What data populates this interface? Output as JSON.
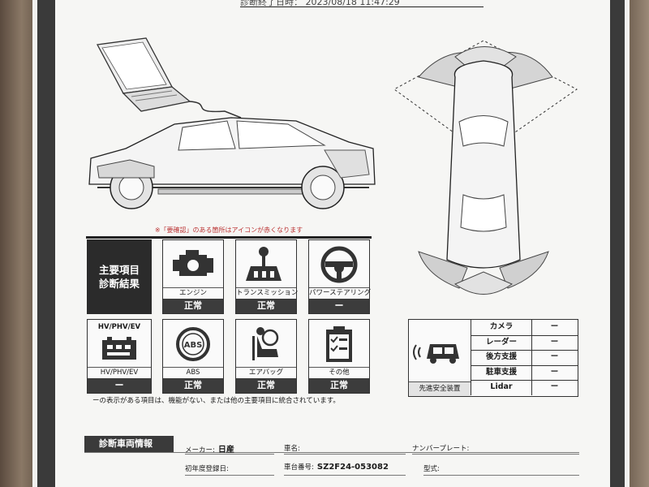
{
  "header": {
    "diagnosis_end": "診断終了日時： 2023/08/18 11:47:29"
  },
  "legend_note": "※「要確認」のある箇所はアイコンが赤くなります",
  "main_section": {
    "title": "主要項目\n診断結果"
  },
  "items": [
    {
      "id": "engine",
      "label": "エンジン",
      "result": "正常",
      "icon": "engine-icon"
    },
    {
      "id": "transmission",
      "label": "トランスミッション",
      "result": "正常",
      "icon": "gear-shift-icon"
    },
    {
      "id": "power_steering",
      "label": "パワーステアリング",
      "result": "ー",
      "icon": "steering-wheel-icon"
    },
    {
      "id": "hv",
      "label": "HV/PHV/EV",
      "top": "HV/PHV/EV",
      "result": "ー",
      "icon": "battery-icon"
    },
    {
      "id": "abs",
      "label": "ABS",
      "result": "正常",
      "icon": "abs-icon",
      "abs_text": "ABS"
    },
    {
      "id": "airbag",
      "label": "エアバッグ",
      "result": "正常",
      "icon": "airbag-icon"
    },
    {
      "id": "other",
      "label": "その他",
      "result": "正常",
      "icon": "clipboard-icon"
    }
  ],
  "footnote": "ーの表示がある項目は、機能がない、または他の主要項目に統合されています。",
  "adas": {
    "caption": "先進安全装置",
    "rows": [
      {
        "name": "カメラ",
        "value": "ー"
      },
      {
        "name": "レーダー",
        "value": "ー"
      },
      {
        "name": "後方支援",
        "value": "ー"
      },
      {
        "name": "駐車支援",
        "value": "ー"
      },
      {
        "name": "Lidar",
        "value": "ー"
      }
    ]
  },
  "vehicle_info": {
    "title": "診断車両情報",
    "maker_label": "メーカー:",
    "maker_value": "日産",
    "car_name_label": "車名:",
    "plate_label": "ナンバープレート:",
    "first_reg_label": "初年度登録日:",
    "chassis_label": "車台番号:",
    "chassis_value": "SZ2F24-053082",
    "model_label": "型式:"
  }
}
